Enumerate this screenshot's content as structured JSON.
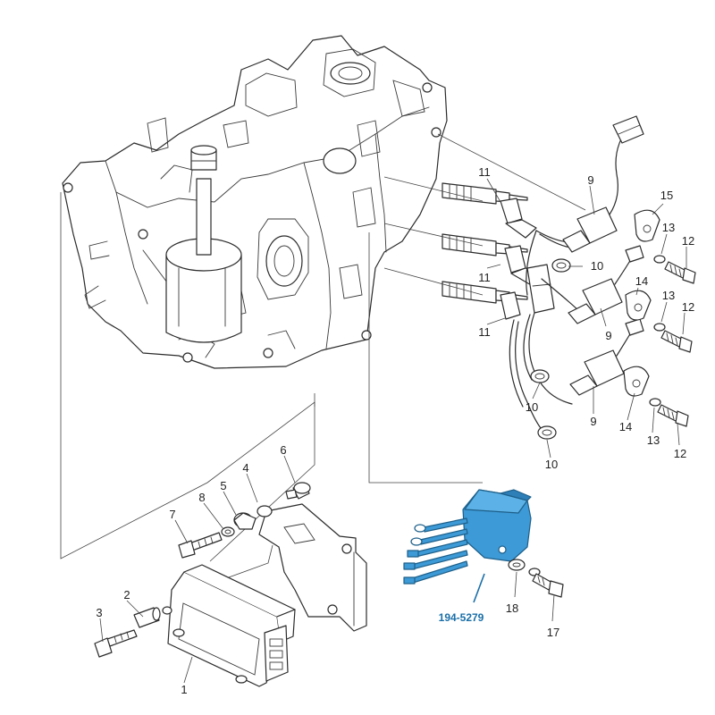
{
  "callouts": [
    {
      "id": "1",
      "label": "1"
    },
    {
      "id": "2",
      "label": "2"
    },
    {
      "id": "3",
      "label": "3"
    },
    {
      "id": "4",
      "label": "4"
    },
    {
      "id": "5",
      "label": "5"
    },
    {
      "id": "6",
      "label": "6"
    },
    {
      "id": "7",
      "label": "7"
    },
    {
      "id": "8",
      "label": "8"
    },
    {
      "id": "9a",
      "label": "9"
    },
    {
      "id": "9b",
      "label": "9"
    },
    {
      "id": "9c",
      "label": "9"
    },
    {
      "id": "10a",
      "label": "10"
    },
    {
      "id": "10b",
      "label": "10"
    },
    {
      "id": "10c",
      "label": "10"
    },
    {
      "id": "11a",
      "label": "11"
    },
    {
      "id": "11b",
      "label": "11"
    },
    {
      "id": "11c",
      "label": "11"
    },
    {
      "id": "12a",
      "label": "12"
    },
    {
      "id": "12b",
      "label": "12"
    },
    {
      "id": "12c",
      "label": "12"
    },
    {
      "id": "13a",
      "label": "13"
    },
    {
      "id": "13b",
      "label": "13"
    },
    {
      "id": "13c",
      "label": "13"
    },
    {
      "id": "14a",
      "label": "14"
    },
    {
      "id": "14b",
      "label": "14"
    },
    {
      "id": "15",
      "label": "15"
    },
    {
      "id": "17",
      "label": "17"
    },
    {
      "id": "18",
      "label": "18"
    }
  ],
  "highlight": {
    "part_number": "194-5279",
    "color": "#1a6fa8",
    "fill_color": "#3d9ad6"
  }
}
